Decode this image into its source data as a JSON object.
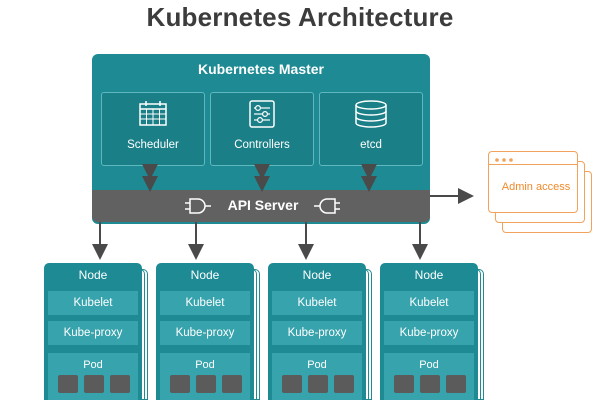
{
  "title": "Kubernetes Architecture",
  "master": {
    "label": "Kubernetes Master",
    "components": [
      {
        "label": "Scheduler",
        "icon": "calendar-icon"
      },
      {
        "label": "Controllers",
        "icon": "sliders-icon"
      },
      {
        "label": "etcd",
        "icon": "database-icon"
      }
    ]
  },
  "api_server": {
    "label": "API Server"
  },
  "admin": {
    "label": "Admin access"
  },
  "nodes": [
    {
      "label": "Node",
      "kubelet": "Kubelet",
      "proxy": "Kube-proxy",
      "pod": "Pod"
    },
    {
      "label": "Node",
      "kubelet": "Kubelet",
      "proxy": "Kube-proxy",
      "pod": "Pod"
    },
    {
      "label": "Node",
      "kubelet": "Kubelet",
      "proxy": "Kube-proxy",
      "pod": "Pod"
    },
    {
      "label": "Node",
      "kubelet": "Kubelet",
      "proxy": "Kube-proxy",
      "pod": "Pod"
    }
  ],
  "colors": {
    "teal": "#1d8a94",
    "light_teal": "#37a4ad",
    "api_gray": "#616161",
    "admin_orange": "#f2a25b",
    "arrow": "#4a4a4a"
  }
}
